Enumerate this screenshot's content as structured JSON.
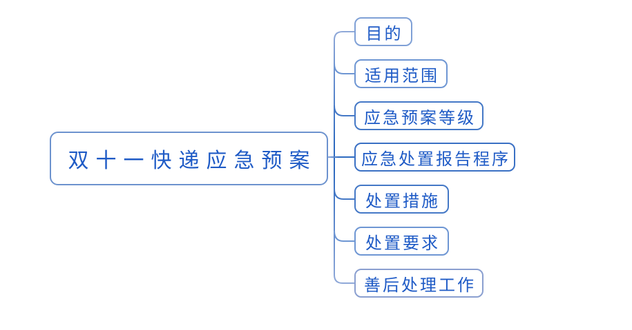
{
  "diagram": {
    "type": "mindmap",
    "root": {
      "label": "双十一快递应急预案"
    },
    "branches": [
      {
        "label": "目的"
      },
      {
        "label": "适用范围"
      },
      {
        "label": "应急预案等级"
      },
      {
        "label": "应急处置报告程序"
      },
      {
        "label": "处置措施"
      },
      {
        "label": "处置要求"
      },
      {
        "label": "善后处理工作"
      }
    ],
    "colors": {
      "text": "#1F5BC6",
      "root_border": "#6C92CE",
      "branch_borders": [
        "#7FA0D6",
        "#6E96D3",
        "#4478C6",
        "#3A70C4",
        "#4478C6",
        "#6E96D3",
        "#8A9FD0"
      ],
      "trunk_dark": "#2E6AC0",
      "trunk_light": "#8FA8D8",
      "background": "#FFFFFF"
    }
  }
}
